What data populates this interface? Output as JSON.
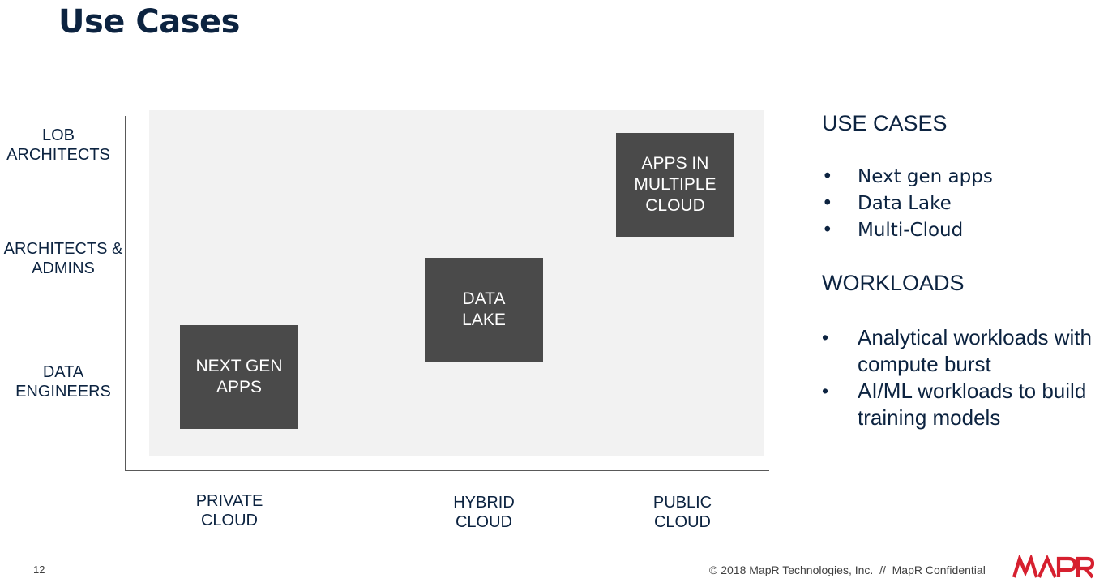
{
  "title": "Use Cases",
  "y_labels": [
    "LOB\nARCHITECTS",
    "ARCHITECTS &\nADMINS",
    "DATA\nENGINEERS"
  ],
  "x_labels": [
    "PRIVATE\nCLOUD",
    "HYBRID\nCLOUD",
    "PUBLIC\nCLOUD"
  ],
  "boxes": [
    "NEXT GEN\nAPPS",
    "DATA\nLAKE",
    "APPS IN\nMULTIPLE\nCLOUD"
  ],
  "use_cases": {
    "heading": "USE CASES",
    "items": [
      "Next gen apps",
      "Data Lake",
      "Multi-Cloud"
    ]
  },
  "workloads": {
    "heading": "WORKLOADS",
    "items": [
      "Analytical workloads with compute burst",
      "AI/ML workloads to build training models"
    ]
  },
  "bullet": "•",
  "footer": {
    "page_number": "12",
    "copyright": "© 2018 MapR Technologies, Inc.  //  MapR Confidential",
    "logo_text": "MAPR",
    "logo_color": "#d6202f"
  }
}
